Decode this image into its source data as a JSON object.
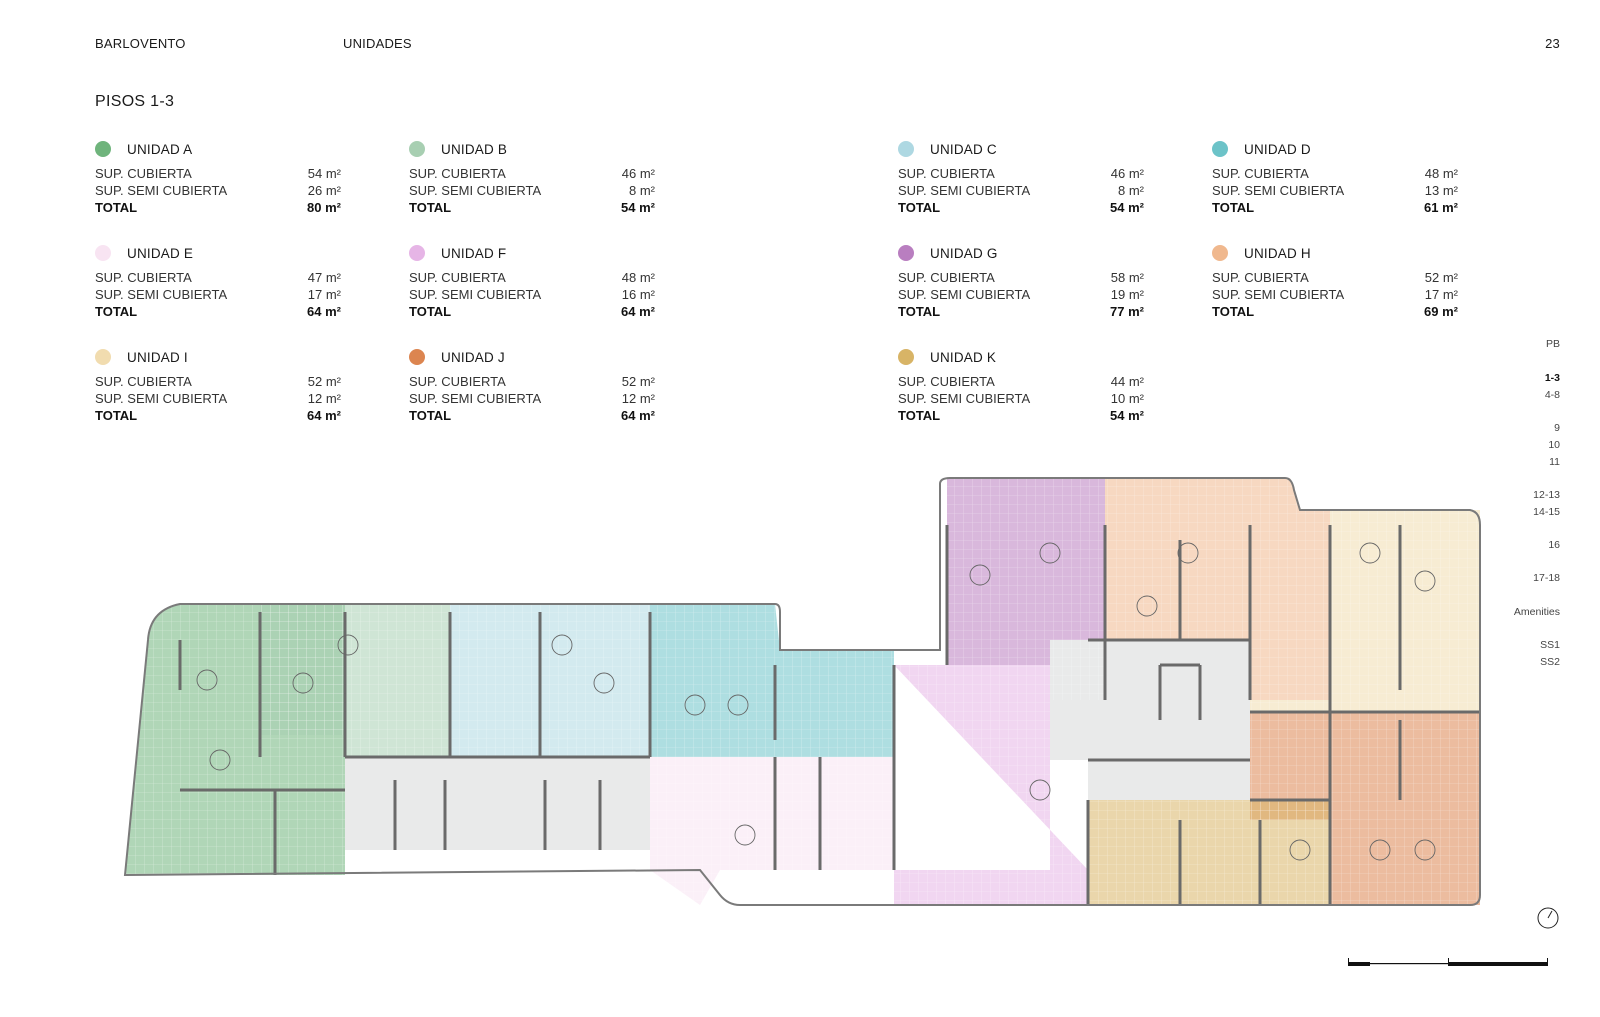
{
  "header": {
    "brand": "BARLOVENTO",
    "section": "UNIDADES",
    "page": "23"
  },
  "title": "PISOS 1-3",
  "units": [
    {
      "name": "UNIDAD A",
      "color": "#6fb47c",
      "rows": [
        {
          "label": "SUP. CUBIERTA",
          "value": "54 m²"
        },
        {
          "label": "SUP. SEMI CUBIERTA",
          "value": "26 m²"
        }
      ],
      "total": {
        "label": "TOTAL",
        "value": "80 m²"
      }
    },
    {
      "name": "UNIDAD B",
      "color": "#a8cfb2",
      "rows": [
        {
          "label": "SUP. CUBIERTA",
          "value": "46 m²"
        },
        {
          "label": "SUP. SEMI CUBIERTA",
          "value": "8 m²"
        }
      ],
      "total": {
        "label": "TOTAL",
        "value": "54 m²"
      }
    },
    {
      "name": "UNIDAD C",
      "color": "#aed8e2",
      "rows": [
        {
          "label": "SUP. CUBIERTA",
          "value": "46 m²"
        },
        {
          "label": "SUP. SEMI CUBIERTA",
          "value": "8 m²"
        }
      ],
      "total": {
        "label": "TOTAL",
        "value": "54 m²"
      }
    },
    {
      "name": "UNIDAD D",
      "color": "#6cc3c8",
      "rows": [
        {
          "label": "SUP. CUBIERTA",
          "value": "48 m²"
        },
        {
          "label": "SUP. SEMI CUBIERTA",
          "value": "13 m²"
        }
      ],
      "total": {
        "label": "TOTAL",
        "value": "61 m²"
      }
    },
    {
      "name": "UNIDAD E",
      "color": "#f8e4f2",
      "rows": [
        {
          "label": "SUP. CUBIERTA",
          "value": "47 m²"
        },
        {
          "label": "SUP. SEMI CUBIERTA",
          "value": "17 m²"
        }
      ],
      "total": {
        "label": "TOTAL",
        "value": "64 m²"
      }
    },
    {
      "name": "UNIDAD F",
      "color": "#e6b5e6",
      "rows": [
        {
          "label": "SUP. CUBIERTA",
          "value": "48 m²"
        },
        {
          "label": "SUP. SEMI CUBIERTA",
          "value": "16 m²"
        }
      ],
      "total": {
        "label": "TOTAL",
        "value": "64 m²"
      }
    },
    {
      "name": "UNIDAD G",
      "color": "#b97ec0",
      "rows": [
        {
          "label": "SUP. CUBIERTA",
          "value": "58 m²"
        },
        {
          "label": "SUP. SEMI CUBIERTA",
          "value": "19 m²"
        }
      ],
      "total": {
        "label": "TOTAL",
        "value": "77 m²"
      }
    },
    {
      "name": "UNIDAD H",
      "color": "#f0b88e",
      "rows": [
        {
          "label": "SUP. CUBIERTA",
          "value": "52 m²"
        },
        {
          "label": "SUP. SEMI CUBIERTA",
          "value": "17 m²"
        }
      ],
      "total": {
        "label": "TOTAL",
        "value": "69 m²"
      }
    },
    {
      "name": "UNIDAD I",
      "color": "#f1dcaf",
      "rows": [
        {
          "label": "SUP. CUBIERTA",
          "value": "52 m²"
        },
        {
          "label": "SUP. SEMI CUBIERTA",
          "value": "12 m²"
        }
      ],
      "total": {
        "label": "TOTAL",
        "value": "64 m²"
      }
    },
    {
      "name": "UNIDAD J",
      "color": "#dc8550",
      "rows": [
        {
          "label": "SUP. CUBIERTA",
          "value": "52 m²"
        },
        {
          "label": "SUP. SEMI CUBIERTA",
          "value": "12 m²"
        }
      ],
      "total": {
        "label": "TOTAL",
        "value": "64 m²"
      }
    },
    {
      "name": "UNIDAD K",
      "color": "#d8b466",
      "rows": [
        {
          "label": "SUP. CUBIERTA",
          "value": "44 m²"
        },
        {
          "label": "SUP. SEMI CUBIERTA",
          "value": "10 m²"
        }
      ],
      "total": {
        "label": "TOTAL",
        "value": "54 m²"
      }
    }
  ],
  "floor_nav": {
    "items": [
      "PB",
      "1-3",
      "4-8",
      "9",
      "10",
      "11",
      "12-13",
      "14-15",
      "16",
      "17-18",
      "Amenities",
      "SS1",
      "SS2"
    ],
    "active": "1-3"
  },
  "plan_zones": [
    {
      "unit": "UNIDAD A",
      "color": "#6fb47c"
    },
    {
      "unit": "UNIDAD B",
      "color": "#a8cfb2"
    },
    {
      "unit": "UNIDAD C",
      "color": "#aed8e2"
    },
    {
      "unit": "UNIDAD D",
      "color": "#6cc3c8"
    },
    {
      "unit": "UNIDAD E",
      "color": "#f8e4f2"
    },
    {
      "unit": "UNIDAD F",
      "color": "#e6b5e6"
    },
    {
      "unit": "UNIDAD G",
      "color": "#b97ec0"
    },
    {
      "unit": "UNIDAD H",
      "color": "#f0b88e"
    },
    {
      "unit": "UNIDAD I",
      "color": "#f1dcaf"
    },
    {
      "unit": "UNIDAD J",
      "color": "#dc8550"
    },
    {
      "unit": "UNIDAD K",
      "color": "#d8b466"
    }
  ],
  "icons": {
    "compass": "north-arrow-icon",
    "scale": "scale-bar-icon"
  }
}
